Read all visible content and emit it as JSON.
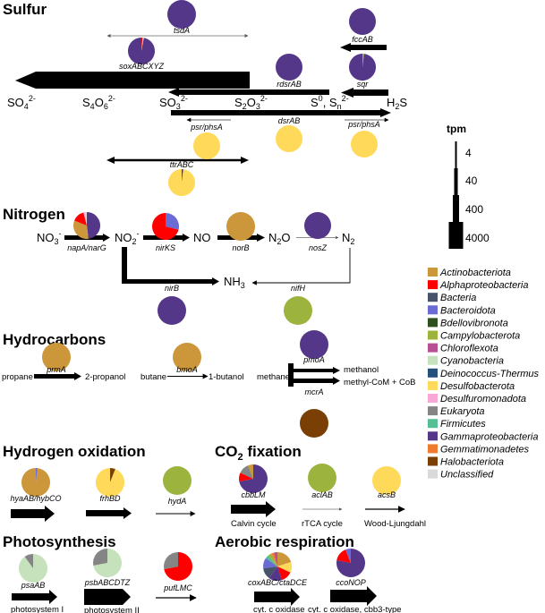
{
  "sections": {
    "sulfur": "Sulfur",
    "nitrogen": "Nitrogen",
    "hydrocarbons": "Hydrocarbons",
    "hydrogen": "Hydrogen oxidation",
    "co2": "CO",
    "co2_sub": "2",
    "co2_rest": " fixation",
    "photosynthesis": "Photosynthesis",
    "aerobic": "Aerobic respiration"
  },
  "compounds": {
    "so4": {
      "base": "SO",
      "sub": "4",
      "sup": "2-"
    },
    "s4o6": {
      "b1": "S",
      "s1": "4",
      "b2": "O",
      "s2": "6",
      "sup": "2-"
    },
    "so3": {
      "base": "SO",
      "sub": "3",
      "sup": "2-"
    },
    "s2o3": {
      "b1": "S",
      "s1": "2",
      "b2": "O",
      "s2": "3",
      "sup": "2-"
    },
    "s0": {
      "b1": "S",
      "sup1": "0",
      "mid": ", S",
      "sub": "n",
      "sup": "2-"
    },
    "h2s": {
      "b1": "H",
      "sub": "2",
      "b2": "S"
    },
    "no3": {
      "base": "NO",
      "sub": "3",
      "sup": "-"
    },
    "no2": {
      "base": "NO",
      "sub": "2",
      "sup": "-"
    },
    "no": "NO",
    "n2o": {
      "b1": "N",
      "sub": "2",
      "b2": "O"
    },
    "n2": {
      "base": "N",
      "sub": "2"
    },
    "nh3": {
      "base": "NH",
      "sub": "3"
    },
    "propane": "propane",
    "propanol": "2-propanol",
    "butane": "butane",
    "butanol": "1-butanol",
    "methane": "methane",
    "methanol": "methanol",
    "methylcom": "methyl-CoM + CoB"
  },
  "process_labels": {
    "calvin": "Calvin cycle",
    "rtca": "rTCA cycle",
    "wood": "Wood-Ljungdahl",
    "ps1": "photosystem I",
    "ps2": "photosystem II",
    "cytc": "cyt. c oxidase",
    "cbb3": "cyt. c oxidase, cbb3-type"
  },
  "tpm_scale": {
    "title": "tpm",
    "levels": [
      "4",
      "40",
      "400",
      "4000"
    ]
  },
  "legend": [
    {
      "name": "Actinobacteriota",
      "color": "#CC963B"
    },
    {
      "name": "Alphaproteobacteria",
      "color": "#FF0000"
    },
    {
      "name": "Bacteria",
      "color": "#46536B"
    },
    {
      "name": "Bacteroidota",
      "color": "#6B6BD6"
    },
    {
      "name": "Bdellovibronota",
      "color": "#2F4F1E"
    },
    {
      "name": "Campylobacterota",
      "color": "#9CB43E"
    },
    {
      "name": "Chloroflexota",
      "color": "#B84F94"
    },
    {
      "name": "Cyanobacteria",
      "color": "#C6E2BC"
    },
    {
      "name": "Deinococcus-Thermus",
      "color": "#24507E"
    },
    {
      "name": "Desulfobacterota",
      "color": "#FFD95A"
    },
    {
      "name": "Desulfuromonadota",
      "color": "#F7A8D6"
    },
    {
      "name": "Eukaryota",
      "color": "#858585"
    },
    {
      "name": "Firmicutes",
      "color": "#53BF93"
    },
    {
      "name": "Gammaproteobacteria",
      "color": "#55378A"
    },
    {
      "name": "Gemmatimonadetes",
      "color": "#EE7B2E"
    },
    {
      "name": "Halobacteriota",
      "color": "#7A3F04"
    },
    {
      "name": "Unclassified",
      "color": "#D9D9D9"
    }
  ],
  "genes": [
    {
      "id": "tsdA",
      "label": "tsdA",
      "tpm_weight": 1,
      "composition": [
        {
          "taxon": "Gammaproteobacteria",
          "frac": 1.0
        }
      ]
    },
    {
      "id": "soxABCXYZ",
      "label": "soxABCXYZ",
      "tpm_weight": 4,
      "composition": [
        {
          "taxon": "Alphaproteobacteria",
          "frac": 0.015
        },
        {
          "taxon": "Unclassified",
          "frac": 0.015
        },
        {
          "taxon": "Gammaproteobacteria",
          "frac": 0.97
        }
      ]
    },
    {
      "id": "fccAB",
      "label": "fccAB",
      "tpm_weight": 3,
      "composition": [
        {
          "taxon": "Gammaproteobacteria",
          "frac": 1.0
        }
      ]
    },
    {
      "id": "rdsrAB",
      "label": "rdsrAB",
      "tpm_weight": 3,
      "composition": [
        {
          "taxon": "Gammaproteobacteria",
          "frac": 1.0
        }
      ]
    },
    {
      "id": "sqr",
      "label": "sqr",
      "tpm_weight": 3,
      "composition": [
        {
          "taxon": "Campylobacterota",
          "frac": 0.02
        },
        {
          "taxon": "Gammaproteobacteria",
          "frac": 0.98
        }
      ]
    },
    {
      "id": "dsrAB",
      "label": "dsrAB",
      "tpm_weight": 3,
      "composition": [
        {
          "taxon": "Desulfobacterota",
          "frac": 1.0
        }
      ]
    },
    {
      "id": "psr_left",
      "label": "psr/phsA",
      "tpm_weight": 1,
      "composition": [
        {
          "taxon": "Desulfobacterota",
          "frac": 1.0
        }
      ]
    },
    {
      "id": "psr_right",
      "label": "psr/phsA",
      "tpm_weight": 1,
      "composition": [
        {
          "taxon": "Desulfobacterota",
          "frac": 1.0
        }
      ]
    },
    {
      "id": "ttrABC",
      "label": "ttrABC",
      "tpm_weight": 2,
      "composition": [
        {
          "taxon": "Gammaproteobacteria",
          "frac": 0.02
        },
        {
          "taxon": "Desulfobacterota",
          "frac": 0.98
        }
      ]
    },
    {
      "id": "napA",
      "label": "napA/narG",
      "tpm_weight": 3,
      "composition": [
        {
          "taxon": "Gammaproteobacteria",
          "frac": 0.48
        },
        {
          "taxon": "Actinobacteriota",
          "frac": 0.33
        },
        {
          "taxon": "Alphaproteobacteria",
          "frac": 0.15
        },
        {
          "taxon": "Desulfuromonadota",
          "frac": 0.02
        },
        {
          "taxon": "Unclassified",
          "frac": 0.02
        }
      ]
    },
    {
      "id": "nirKS",
      "label": "nirKS",
      "tpm_weight": 3,
      "composition": [
        {
          "taxon": "Bacteroidota",
          "frac": 0.29
        },
        {
          "taxon": "Alphaproteobacteria",
          "frac": 0.71
        }
      ]
    },
    {
      "id": "norB",
      "label": "norB",
      "tpm_weight": 3,
      "composition": [
        {
          "taxon": "Actinobacteriota",
          "frac": 1.0
        }
      ]
    },
    {
      "id": "nosZ",
      "label": "nosZ",
      "tpm_weight": 1,
      "composition": [
        {
          "taxon": "Gammaproteobacteria",
          "frac": 1.0
        }
      ]
    },
    {
      "id": "nirB",
      "label": "nirB",
      "tpm_weight": 4,
      "composition": [
        {
          "taxon": "Gammaproteobacteria",
          "frac": 1.0
        }
      ]
    },
    {
      "id": "nifH",
      "label": "nifH",
      "tpm_weight": 1,
      "composition": [
        {
          "taxon": "Campylobacterota",
          "frac": 1.0
        }
      ]
    },
    {
      "id": "prmA",
      "label": "prmA",
      "tpm_weight": 3,
      "composition": [
        {
          "taxon": "Actinobacteriota",
          "frac": 1.0
        }
      ]
    },
    {
      "id": "bmoA",
      "label": "bmoA",
      "tpm_weight": 1,
      "composition": [
        {
          "taxon": "Actinobacteriota",
          "frac": 1.0
        }
      ]
    },
    {
      "id": "pmoA",
      "label": "pmoA",
      "tpm_weight": 3,
      "composition": [
        {
          "taxon": "Gammaproteobacteria",
          "frac": 1.0
        }
      ]
    },
    {
      "id": "mcrA",
      "label": "mcrA",
      "tpm_weight": 3,
      "composition": [
        {
          "taxon": "Halobacteriota",
          "frac": 1.0
        }
      ]
    },
    {
      "id": "hyaAB",
      "label": "hyaAB/hybCO",
      "tpm_weight": 4,
      "composition": [
        {
          "taxon": "Bacteroidota",
          "frac": 0.02
        },
        {
          "taxon": "Actinobacteriota",
          "frac": 0.98
        }
      ]
    },
    {
      "id": "frhBD",
      "label": "frhBD",
      "tpm_weight": 3,
      "composition": [
        {
          "taxon": "Halobacteriota",
          "frac": 0.06
        },
        {
          "taxon": "Desulfobacterota",
          "frac": 0.94
        }
      ]
    },
    {
      "id": "hydA",
      "label": "hydA",
      "tpm_weight": 1,
      "composition": [
        {
          "taxon": "Campylobacterota",
          "frac": 1.0
        }
      ]
    },
    {
      "id": "cbbLM",
      "label": "cbbLM",
      "tpm_weight": 4,
      "composition": [
        {
          "taxon": "Gammaproteobacteria",
          "frac": 0.72
        },
        {
          "taxon": "Alphaproteobacteria",
          "frac": 0.1
        },
        {
          "taxon": "Eukaryota",
          "frac": 0.12
        },
        {
          "taxon": "Actinobacteriota",
          "frac": 0.06
        }
      ]
    },
    {
      "id": "aclAB",
      "label": "aclAB",
      "tpm_weight": 1,
      "composition": [
        {
          "taxon": "Campylobacterota",
          "frac": 1.0
        }
      ]
    },
    {
      "id": "acsB",
      "label": "acsB",
      "tpm_weight": 2,
      "composition": [
        {
          "taxon": "Desulfobacterota",
          "frac": 1.0
        }
      ]
    },
    {
      "id": "psaAB",
      "label": "psaAB",
      "tpm_weight": 3,
      "composition": [
        {
          "taxon": "Cyanobacteria",
          "frac": 0.9
        },
        {
          "taxon": "Eukaryota",
          "frac": 0.1
        }
      ]
    },
    {
      "id": "psbABCDTZ",
      "label": "psbABCDTZ",
      "tpm_weight": 4,
      "composition": [
        {
          "taxon": "Cyanobacteria",
          "frac": 0.72
        },
        {
          "taxon": "Eukaryota",
          "frac": 0.28
        }
      ]
    },
    {
      "id": "pufLMC",
      "label": "pufLMC",
      "tpm_weight": 2,
      "composition": [
        {
          "taxon": "Alphaproteobacteria",
          "frac": 0.72
        },
        {
          "taxon": "Eukaryota",
          "frac": 0.28
        }
      ]
    },
    {
      "id": "coxABC",
      "label": "coxABC/ctaDCE",
      "tpm_weight": 3,
      "composition": [
        {
          "taxon": "Actinobacteriota",
          "frac": 0.2
        },
        {
          "taxon": "Desulfobacterota",
          "frac": 0.12
        },
        {
          "taxon": "Alphaproteobacteria",
          "frac": 0.13
        },
        {
          "taxon": "Gammaproteobacteria",
          "frac": 0.15
        },
        {
          "taxon": "Bacteria",
          "frac": 0.13
        },
        {
          "taxon": "Bacteroidota",
          "frac": 0.12
        },
        {
          "taxon": "Firmicutes",
          "frac": 0.04
        },
        {
          "taxon": "Campylobacterota",
          "frac": 0.04
        },
        {
          "taxon": "Gemmatimonadetes",
          "frac": 0.03
        },
        {
          "taxon": "Chloroflexota",
          "frac": 0.04
        }
      ]
    },
    {
      "id": "ccoNOP",
      "label": "ccoNOP",
      "tpm_weight": 3,
      "composition": [
        {
          "taxon": "Gammaproteobacteria",
          "frac": 0.78
        },
        {
          "taxon": "Alphaproteobacteria",
          "frac": 0.16
        },
        {
          "taxon": "Bacteroidota",
          "frac": 0.06
        }
      ]
    }
  ]
}
